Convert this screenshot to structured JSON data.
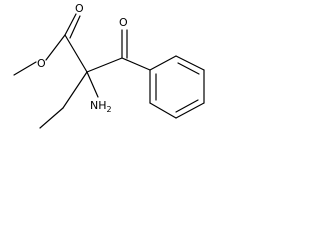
{
  "structure": {
    "atoms": {
      "ester_carbonyl_oxygen": "O",
      "ester_ether_oxygen": "O",
      "ketone_oxygen": "O",
      "amine_nitrogen": "NH",
      "amine_h_count": "2"
    },
    "colors": {
      "line": "#000000",
      "background": "#ffffff"
    }
  }
}
